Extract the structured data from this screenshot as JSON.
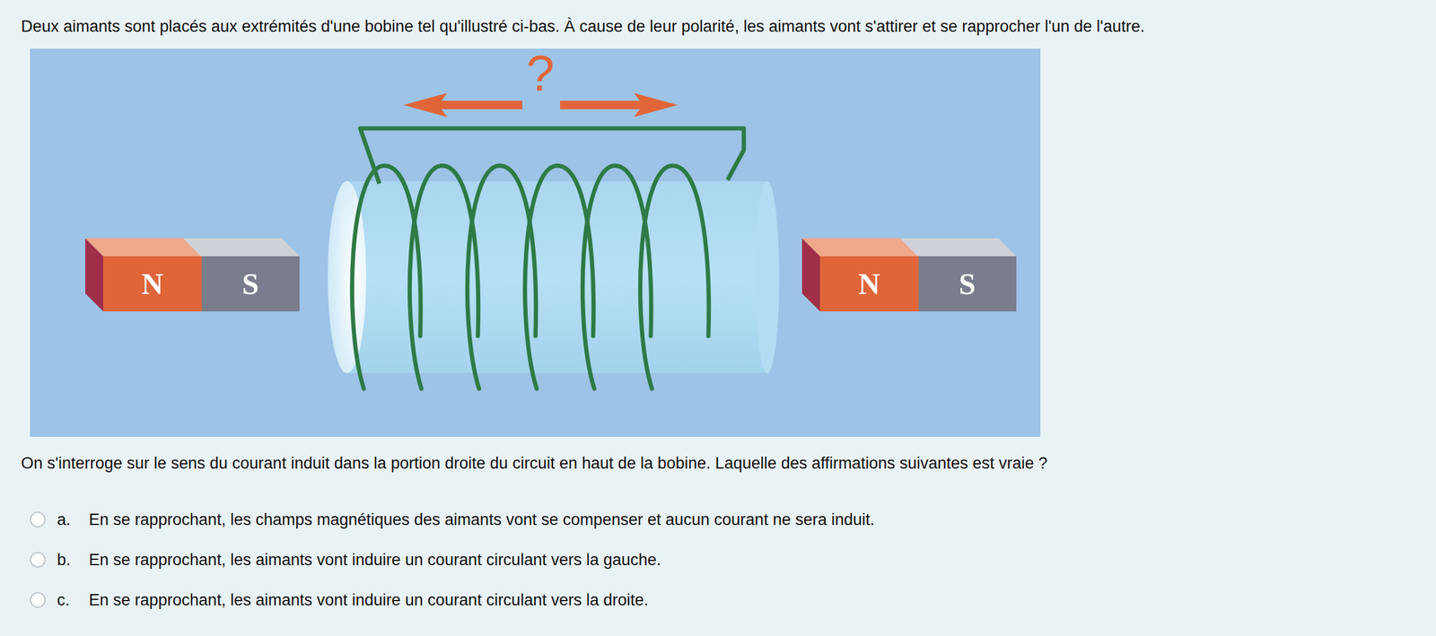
{
  "diagram": {
    "nodes": [
      {
        "text": [
          "N",
          "S"
        ]
      },
      {
        "text": [
          "N",
          "S"
        ]
      }
    ],
    "labels": [
      "Deux aimants sont placés aux extrémités d'une bobine tel qu'illustré ci-bas. À cause de leur polarité, les aimants vont s'attirer et se rapprocher l'un de l'autre.",
      "?",
      "On s'interroge sur le sens du courant induit dans la portion droite du circuit en haut de la bobine. Laquelle des affirmations suivantes est vraie ?",
      "a.",
      "En se rapprochant, les champs magnétiques des aimants vont se compenser et aucun courant ne sera induit.",
      "b.",
      "En se rapprochant, les aimants vont induire un courant circulant vers la gauche.",
      "c.",
      "En se rapprochant, les aimants vont induire un courant circulant vers la droite."
    ]
  }
}
